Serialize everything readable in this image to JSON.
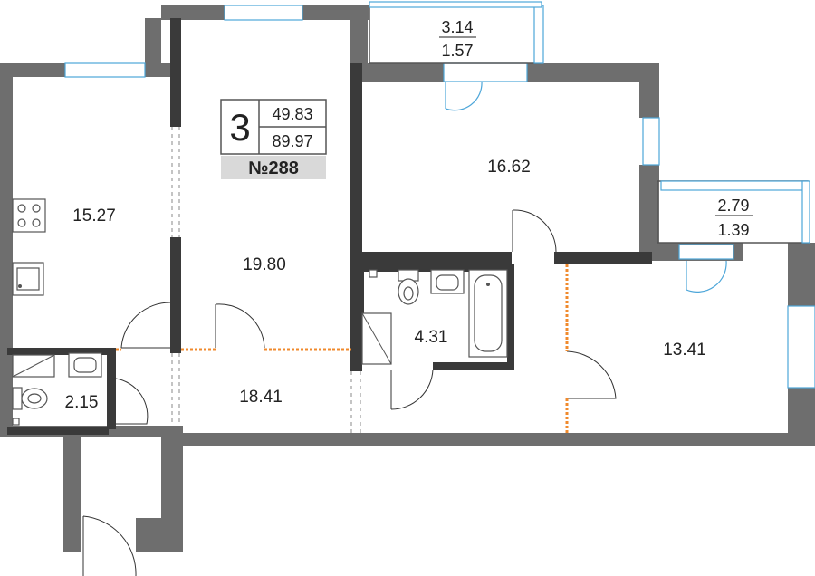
{
  "apartment": {
    "rooms": "3",
    "living_area": "49.83",
    "total_area": "89.97",
    "number": "№288"
  },
  "rooms": {
    "kitchen": "15.27",
    "living_room": "19.80",
    "hall": "18.41",
    "bedroom_1": "16.62",
    "bedroom_2": "13.41",
    "bathroom": "4.31",
    "wc": "2.15"
  },
  "balconies": {
    "top": {
      "area": "3.14",
      "reduced": "1.57"
    },
    "right": {
      "area": "2.79",
      "reduced": "1.39"
    }
  },
  "colors": {
    "wall": "#6e6e6e",
    "window": "#4da6d9",
    "partition_hatch": "#f08a2c",
    "label_box": "#d9d9d9"
  }
}
